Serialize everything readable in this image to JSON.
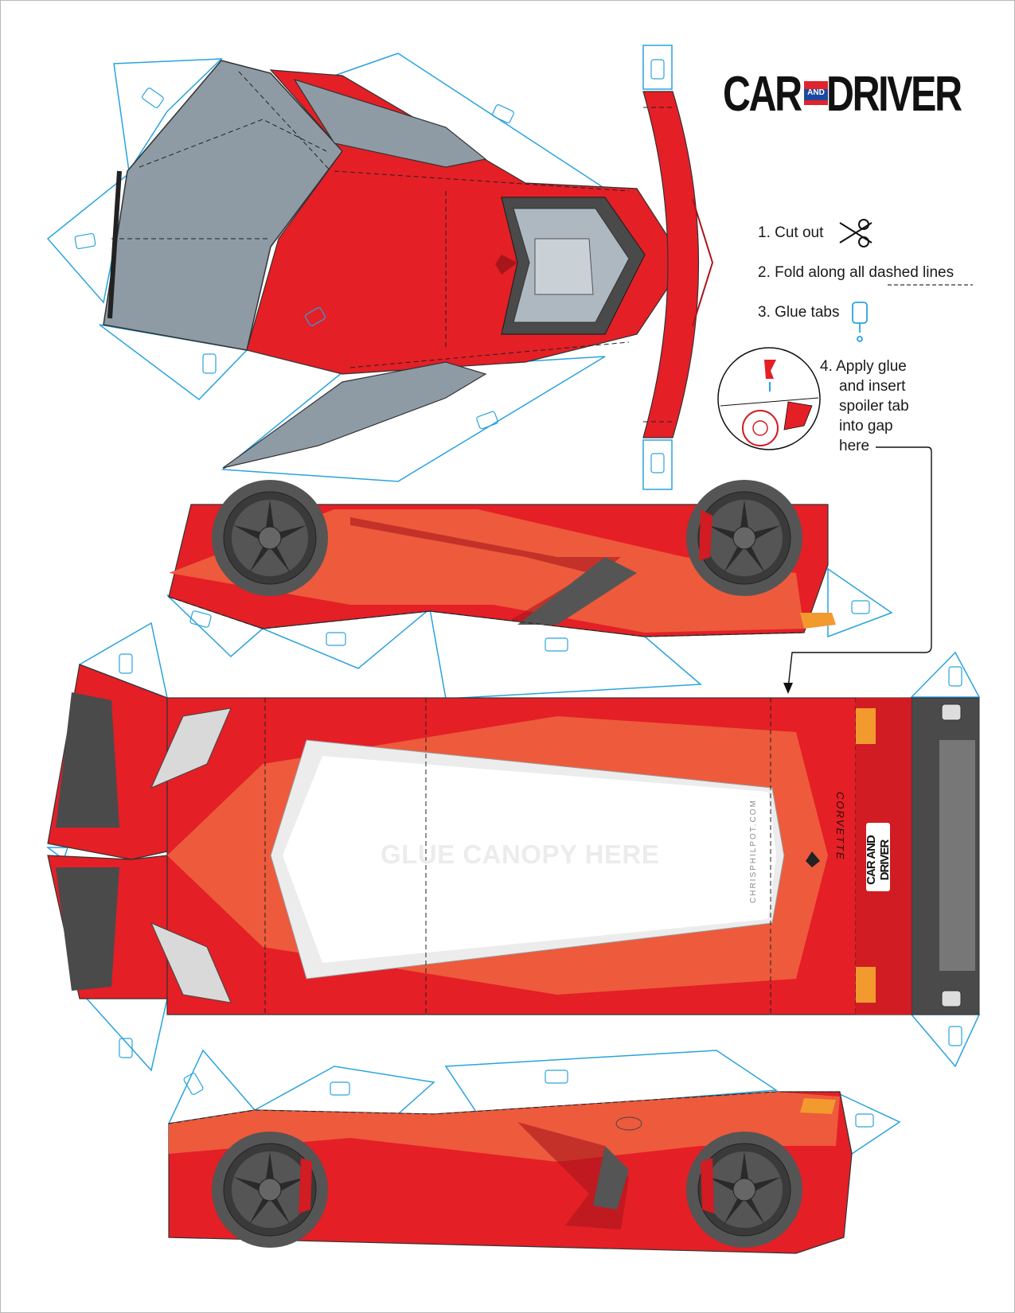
{
  "brand": {
    "logo_left": "CAR",
    "logo_mid": "AND",
    "logo_right": "DRIVER",
    "colors": {
      "red": "#e0242c",
      "blue": "#1d4aa0",
      "black": "#111111"
    }
  },
  "instructions": [
    {
      "num": "1.",
      "text": "Cut out",
      "icon": "scissors-icon"
    },
    {
      "num": "2.",
      "text": "Fold along all dashed lines",
      "icon": "dashed-line-icon"
    },
    {
      "num": "3.",
      "text": "Glue tabs",
      "icon": "glue-bottle-icon"
    },
    {
      "num": "4.",
      "lines": [
        "Apply glue",
        "and insert",
        "spoiler tab",
        "into gap",
        "here"
      ],
      "icon": "spoiler-detail-icon"
    }
  ],
  "body_labels": {
    "canopy": "GLUE CANOPY HERE",
    "credit": "CHRISPHILPOT.COM",
    "model": "CORVETTE",
    "badge": "CAR AND DRIVER"
  },
  "colors": {
    "body_red": "#e41f26",
    "body_orange": "#ee5a3c",
    "glass": "#9aa8b2",
    "tab_line": "#2aa3de",
    "trim": "#4a4a4a",
    "canopy": "#ffffff"
  }
}
